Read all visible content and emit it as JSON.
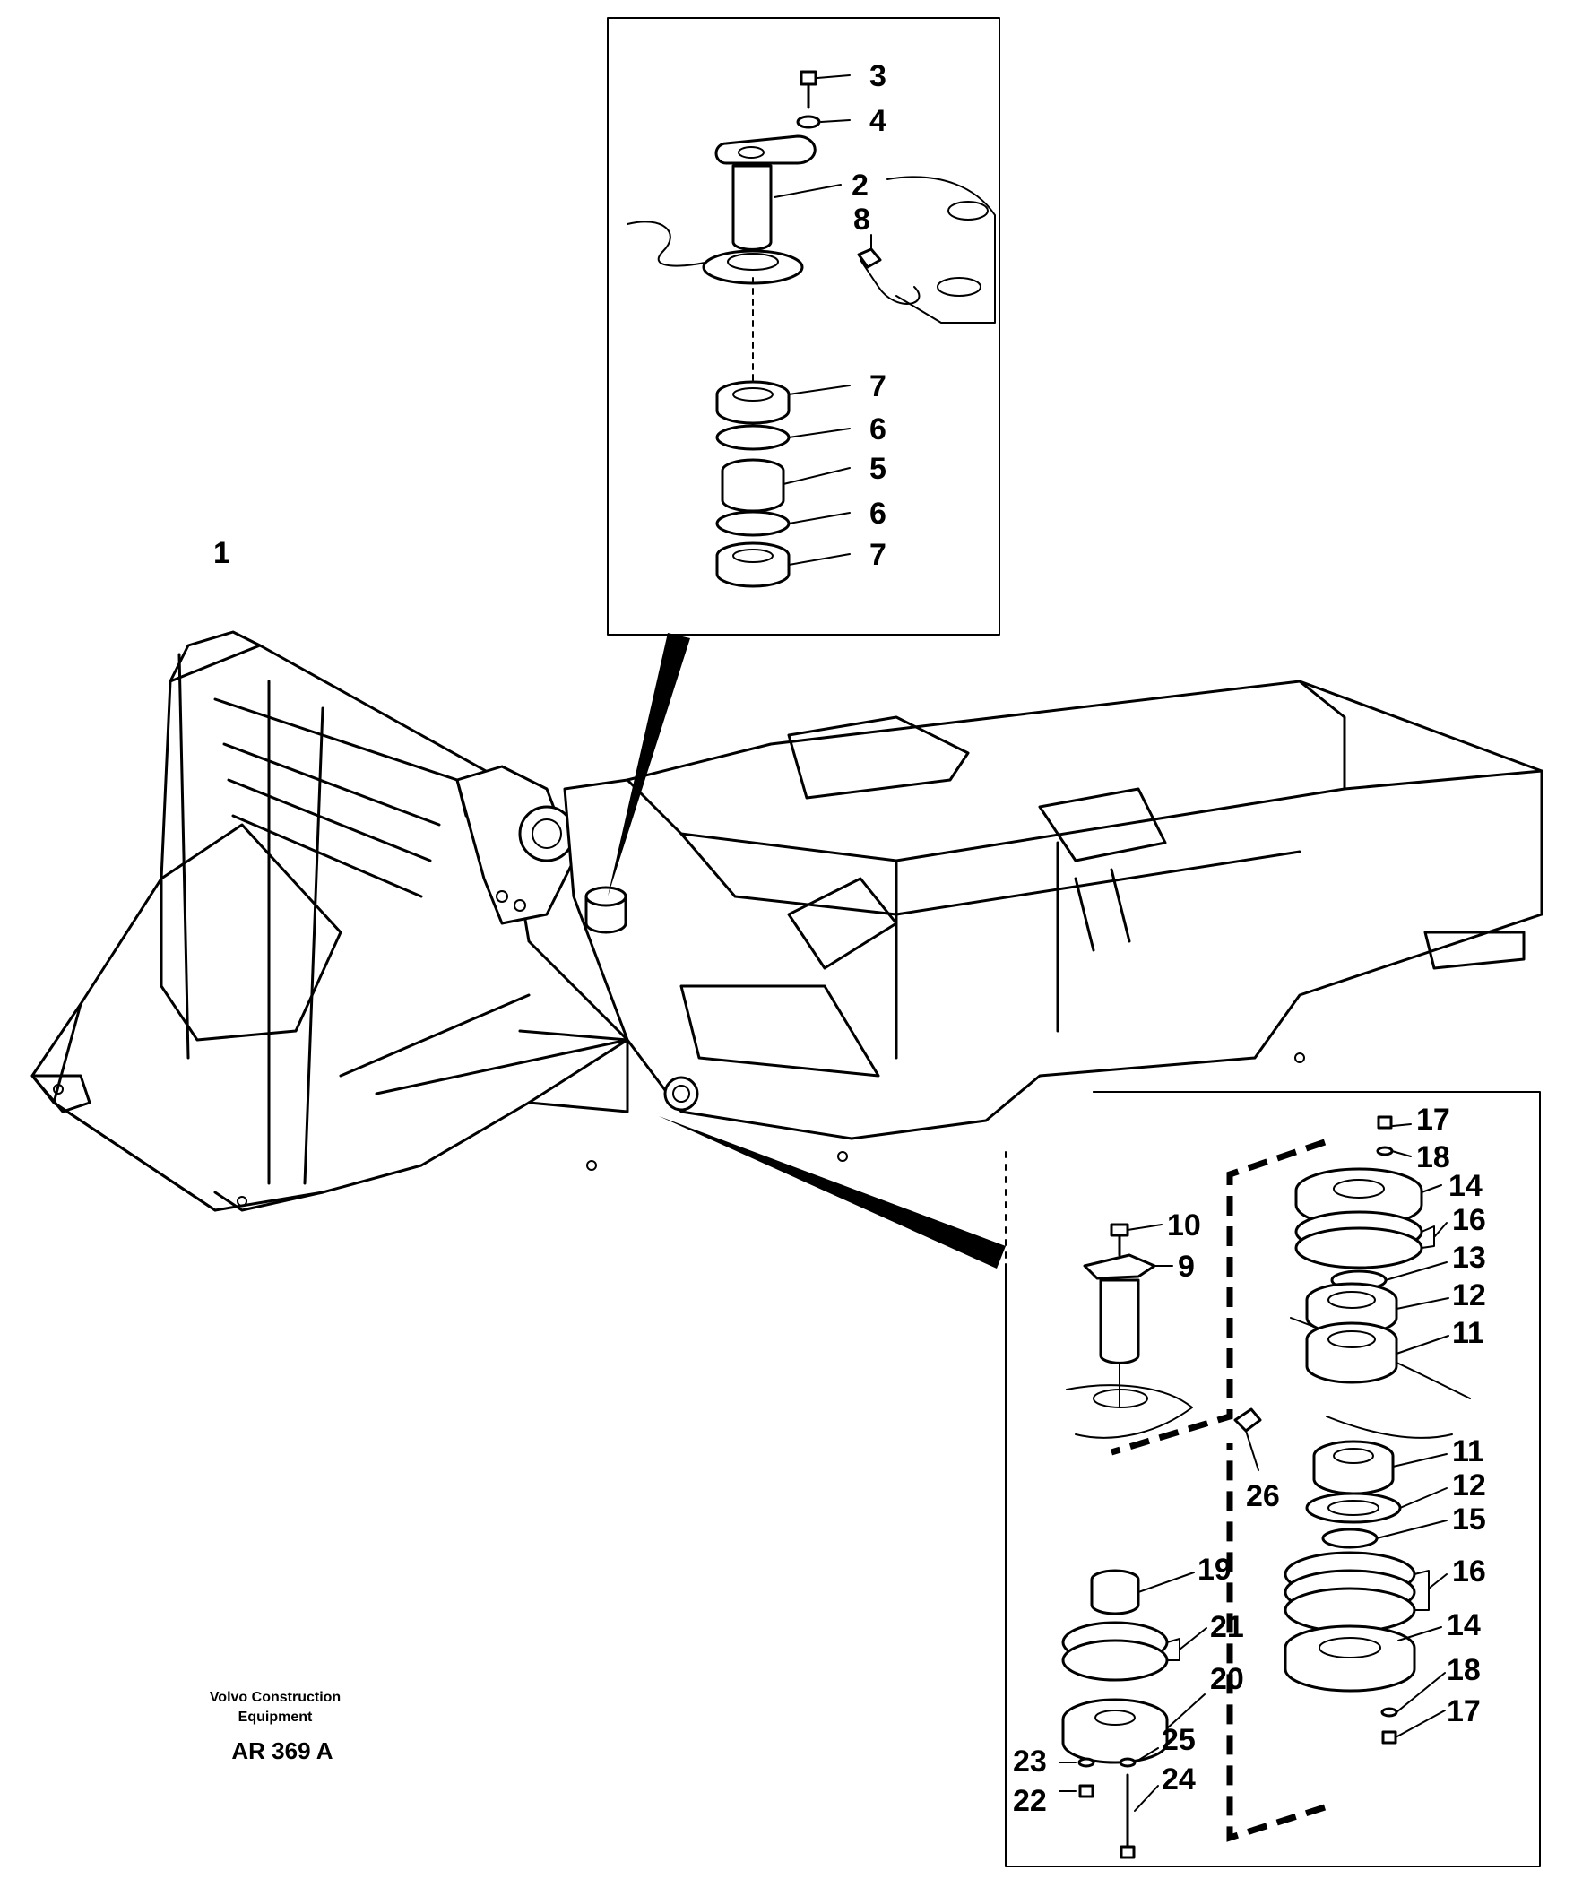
{
  "callouts": {
    "c1": "1",
    "c2": "2",
    "c3": "3",
    "c4": "4",
    "c5": "5",
    "c6a": "6",
    "c6b": "6",
    "c7a": "7",
    "c7b": "7",
    "c8": "8",
    "c9": "9",
    "c10": "10",
    "c11a": "11",
    "c11b": "11",
    "c12a": "12",
    "c12b": "12",
    "c13": "13",
    "c14a": "14",
    "c14b": "14",
    "c15": "15",
    "c16a": "16",
    "c16b": "16",
    "c17a": "17",
    "c17b": "17",
    "c18a": "18",
    "c18b": "18",
    "c19": "19",
    "c20": "20",
    "c21": "21",
    "c22": "22",
    "c23": "23",
    "c24": "24",
    "c25": "25",
    "c26": "26"
  },
  "caption": {
    "line1": "Volvo Construction",
    "line2": "Equipment",
    "code": "AR 369 A"
  }
}
